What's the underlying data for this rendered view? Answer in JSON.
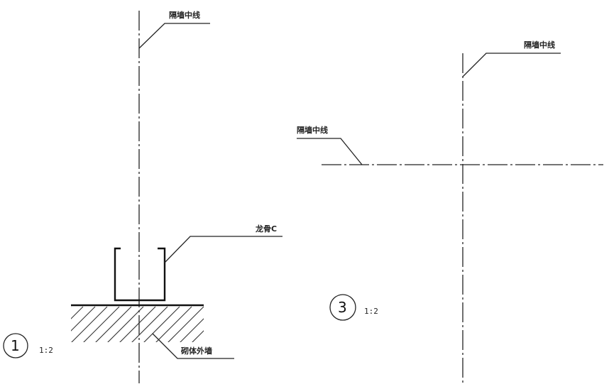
{
  "detail_1": {
    "centerline_label": "隔墙中线",
    "stud_label": "龙骨C",
    "wall_label": "砌体外墙",
    "detail_number": "1",
    "scale": "1:2"
  },
  "detail_3": {
    "vertical_centerline_label": "隔墙中线",
    "horizontal_centerline_label": "隔墙中线",
    "detail_number": "3",
    "scale": "1:2"
  }
}
